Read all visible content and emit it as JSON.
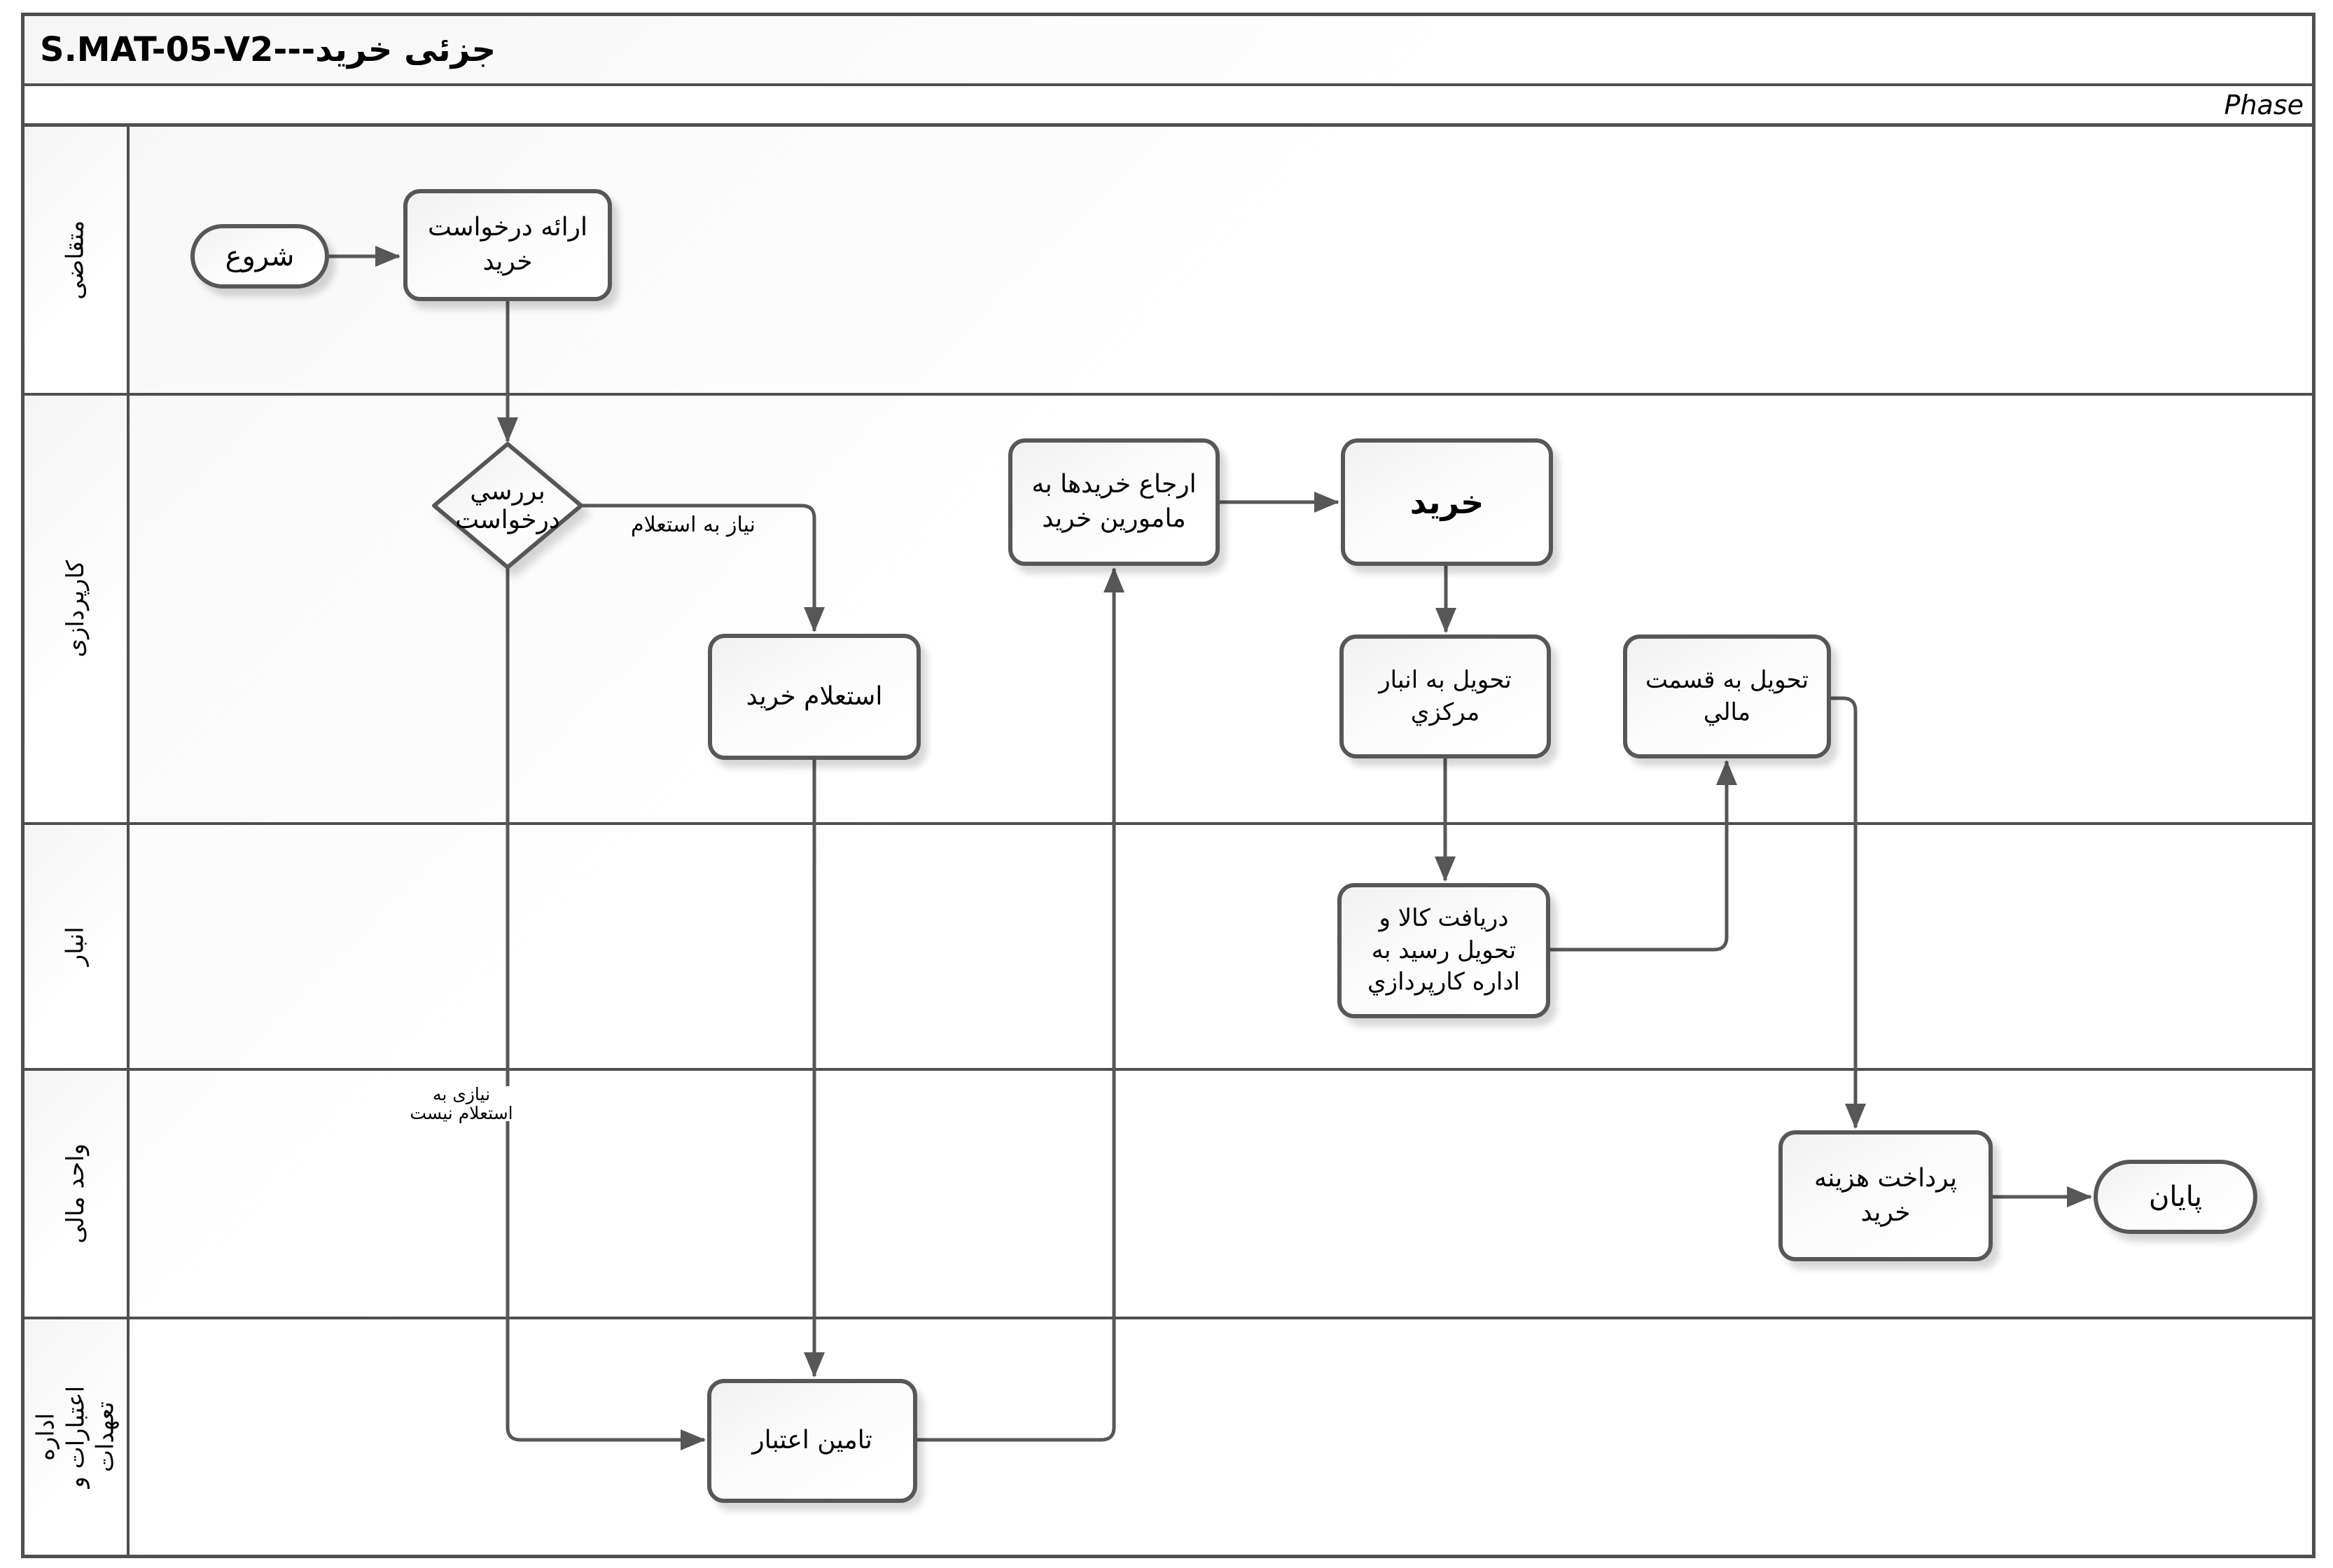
{
  "title": {
    "code": "S.MAT-05-V2---",
    "fa_first": "خرید",
    "fa_second": "جزئی"
  },
  "phase_label": "Phase",
  "colors": {
    "line": "#575757",
    "border": "#4f4f4f",
    "node_fill_start": "#f1f1f1",
    "node_fill_end": "#ffffff"
  },
  "lanes": [
    {
      "label": "متقاضی"
    },
    {
      "label": "کارپردازی"
    },
    {
      "label": "انبار"
    },
    {
      "label": "واحد مالی"
    },
    {
      "label": "اداره اعتبارات و\nتعهدات"
    }
  ],
  "nodes": {
    "start": {
      "label": "شروع"
    },
    "provide_request": {
      "label": "ارائه درخواست خرید"
    },
    "review_request": {
      "label": "بررسي درخواست"
    },
    "inquiry": {
      "label": "استعلام خرید"
    },
    "refer_to_agents": {
      "label": "ارجاع خریدها به مامورین خرید"
    },
    "purchase": {
      "label": "خرید"
    },
    "deliver_central_warehouse": {
      "label": "تحویل به انبار مرکزي"
    },
    "deliver_finance": {
      "label": "تحویل به قسمت مالي"
    },
    "receive_goods": {
      "label": "دریافت کالا و تحویل رسید به اداره کارپردازي"
    },
    "pay_cost": {
      "label": "پرداخت هزینه خرید"
    },
    "secure_credit": {
      "label": "تامین اعتبار"
    },
    "end": {
      "label": "پایان"
    }
  },
  "edge_labels": {
    "need_inquiry": "نیاز به استعلام",
    "no_need_inquiry": "نیازی به استعلام نیست"
  }
}
